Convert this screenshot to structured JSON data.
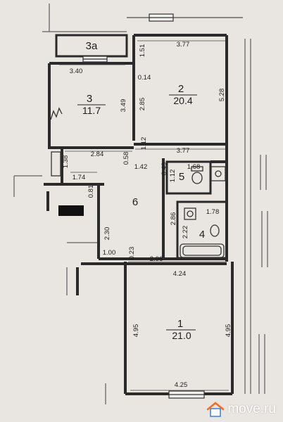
{
  "rooms": {
    "r3a": {
      "number": "3a"
    },
    "r3": {
      "number": "3",
      "area": "11.7"
    },
    "r2": {
      "number": "2",
      "area": "20.4"
    },
    "r6": {
      "number": "6"
    },
    "r5": {
      "number": "5"
    },
    "r4": {
      "number": "4"
    },
    "r1": {
      "number": "1",
      "area": "21.0"
    }
  },
  "dimensions": {
    "d377_top": "3.77",
    "d151": "1.51",
    "d340": "3.40",
    "d014": "0.14",
    "d349": "3.49",
    "d285": "2.85",
    "d528": "5.28",
    "d112a": "1.12",
    "d284": "2.84",
    "d058": "0.58",
    "d377_mid": "3.77",
    "d138": "1.38",
    "d174": "1.74",
    "d142": "1.42",
    "d049": "0.49",
    "d168": "1.68",
    "d112b": "1.12",
    "d081": "0.81",
    "d286": "2.86",
    "d178": "1.78",
    "d222": "2.22",
    "d230": "2.30",
    "d100": "1.00",
    "d023": "0.23",
    "d206": "2.06",
    "d424": "4.24",
    "d495_left": "4.95",
    "d495_right": "4.95",
    "d425": "4.25"
  },
  "watermark": {
    "text": "move.ru",
    "icon": "house-icon",
    "color": "#ffffff"
  }
}
